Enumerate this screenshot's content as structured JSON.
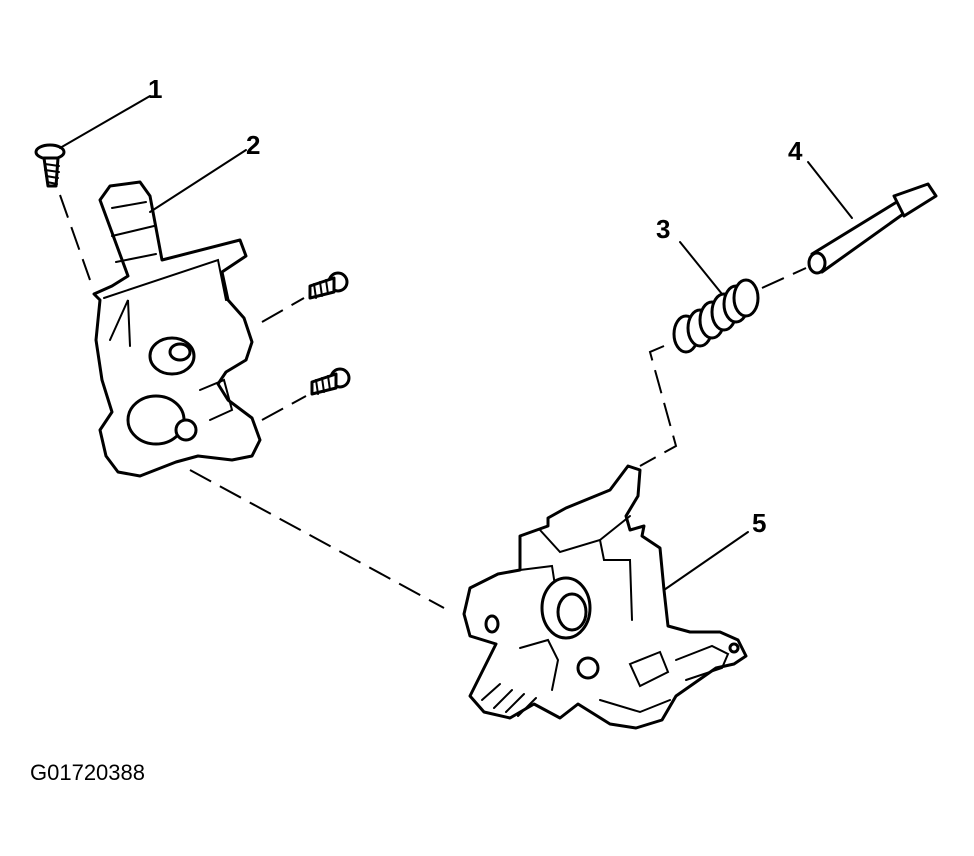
{
  "callouts": [
    {
      "id": "1",
      "label": "1"
    },
    {
      "id": "2",
      "label": "2"
    },
    {
      "id": "3",
      "label": "3"
    },
    {
      "id": "4",
      "label": "4"
    },
    {
      "id": "5",
      "label": "5"
    }
  ],
  "figure_id": "G01720388",
  "colors": {
    "line": "#000000",
    "background": "#ffffff"
  }
}
